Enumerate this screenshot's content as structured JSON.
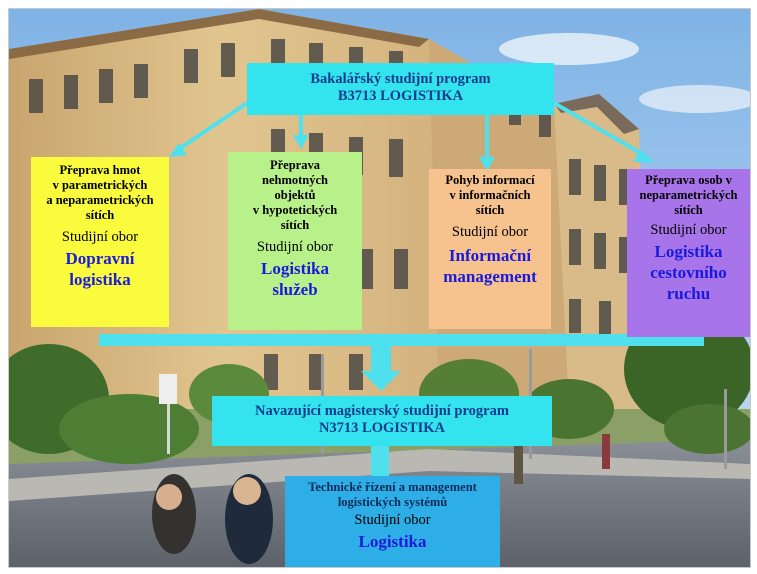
{
  "top_program": {
    "line1": "Bakalářský studijní program",
    "line2": "B3713 LOGISTIKA"
  },
  "branches": [
    {
      "desc": [
        "Přeprava hmot",
        "v parametrických",
        "a neparametrických",
        "sítích"
      ],
      "label": "Studijní obor",
      "field": [
        "Dopravní",
        "logistika"
      ],
      "color": "#fafb3c"
    },
    {
      "desc": [
        "Přeprava",
        "nehmotných",
        "objektů",
        "v hypotetických",
        "sítích"
      ],
      "label": "Studijní obor",
      "field": [
        "Logistika",
        "služeb"
      ],
      "color": "#b8f08a"
    },
    {
      "desc": [
        "Pohyb informací",
        "v informačních",
        "sítích"
      ],
      "label": "Studijní obor",
      "field": [
        "Informační",
        "management"
      ],
      "color": "#f6c28e"
    },
    {
      "desc": [
        "Přeprava osob v",
        "neparametrických",
        "sítích"
      ],
      "label": "Studijní obor",
      "field": [
        "Logistika",
        "cestovního",
        "ruchu"
      ],
      "color": "#a874ea"
    }
  ],
  "master_program": {
    "line1": "Navazující magisterský studijní program",
    "line2": "N3713 LOGISTIKA"
  },
  "bottom_box": {
    "desc": [
      "Technické řízení a management",
      "logistických systémů"
    ],
    "label": "Studijní obor",
    "field": "Logistika",
    "color": "#2eaee6"
  },
  "colors": {
    "connector": "#4fe0ee",
    "header": "#33e3ee",
    "field_text": "#1a1adc"
  }
}
